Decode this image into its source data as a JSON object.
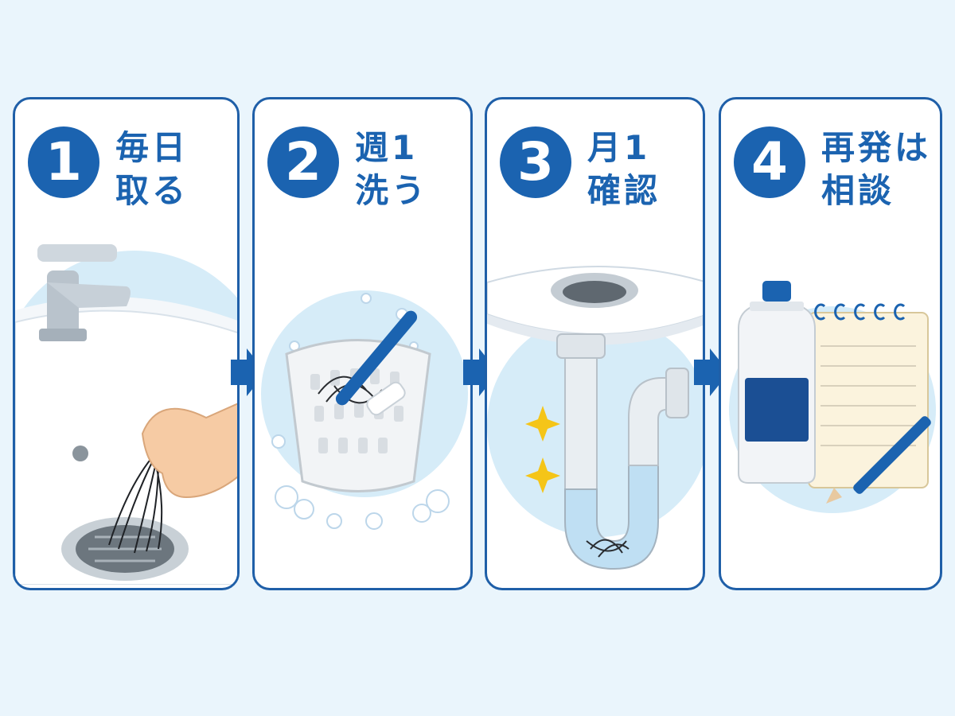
{
  "steps": [
    {
      "number": "1",
      "title_line1": "毎日",
      "title_line2": "取る"
    },
    {
      "number": "2",
      "title_line1": "週1",
      "title_line2": "洗う"
    },
    {
      "number": "3",
      "title_line1": "月1",
      "title_line2": "確認"
    },
    {
      "number": "4",
      "title_line1": "再発は",
      "title_line2": "相談"
    }
  ],
  "colors": {
    "primary_blue": "#1b63b0",
    "card_border": "#1f5fa8",
    "background": "#eaf5fc",
    "sparkle": "#f5c518"
  },
  "icons": [
    "sink-hair-icon",
    "basket-brush-icon",
    "drain-pipe-icon",
    "bottle-notepad-icon",
    "arrow-right-icon",
    "sparkle-icon"
  ]
}
